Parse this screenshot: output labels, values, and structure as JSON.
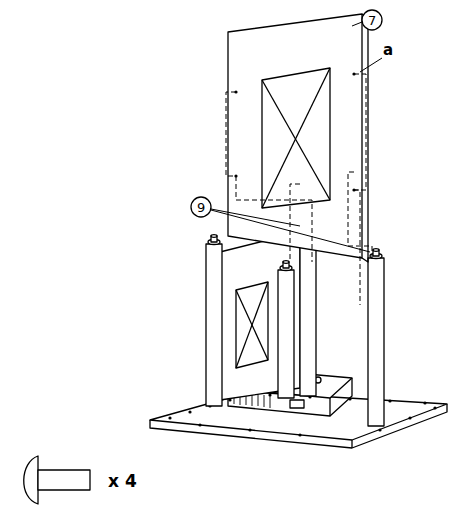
{
  "diagram": {
    "labels": [
      "7",
      "a",
      "9",
      "x 4"
    ]
  }
}
